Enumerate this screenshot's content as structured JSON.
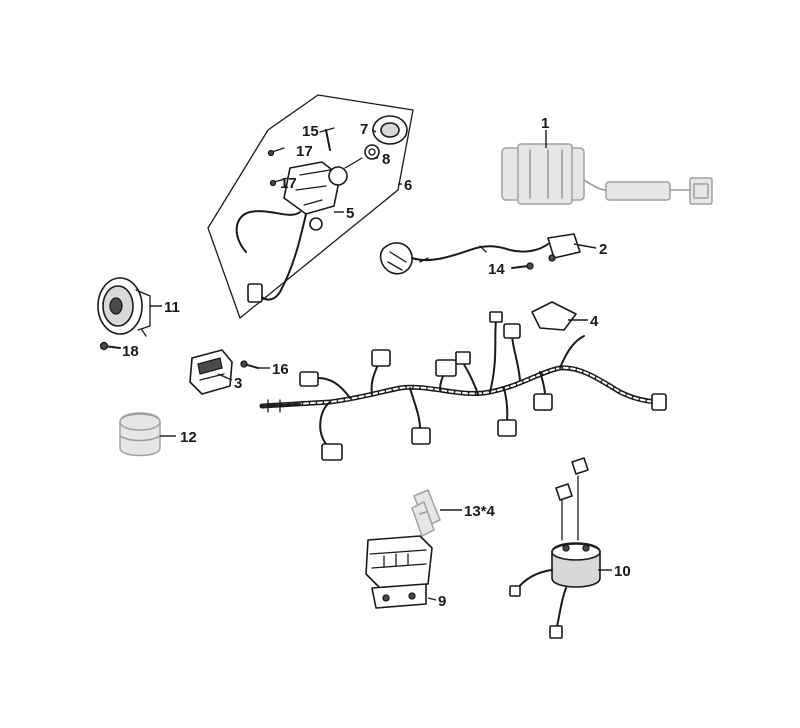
{
  "callouts": {
    "c1": "1",
    "c2": "2",
    "c3": "3",
    "c4": "4",
    "c5": "5",
    "c6": "6",
    "c7": "7",
    "c8": "8",
    "c9": "9",
    "c10": "10",
    "c11": "11",
    "c12": "12",
    "c13": "13*4",
    "c14": "14",
    "c15": "15",
    "c16": "16",
    "c17a": "17",
    "c17b": "17",
    "c18": "18"
  },
  "colors": {
    "ink": "#1a1a1a",
    "faded": "#9a9a9a"
  }
}
